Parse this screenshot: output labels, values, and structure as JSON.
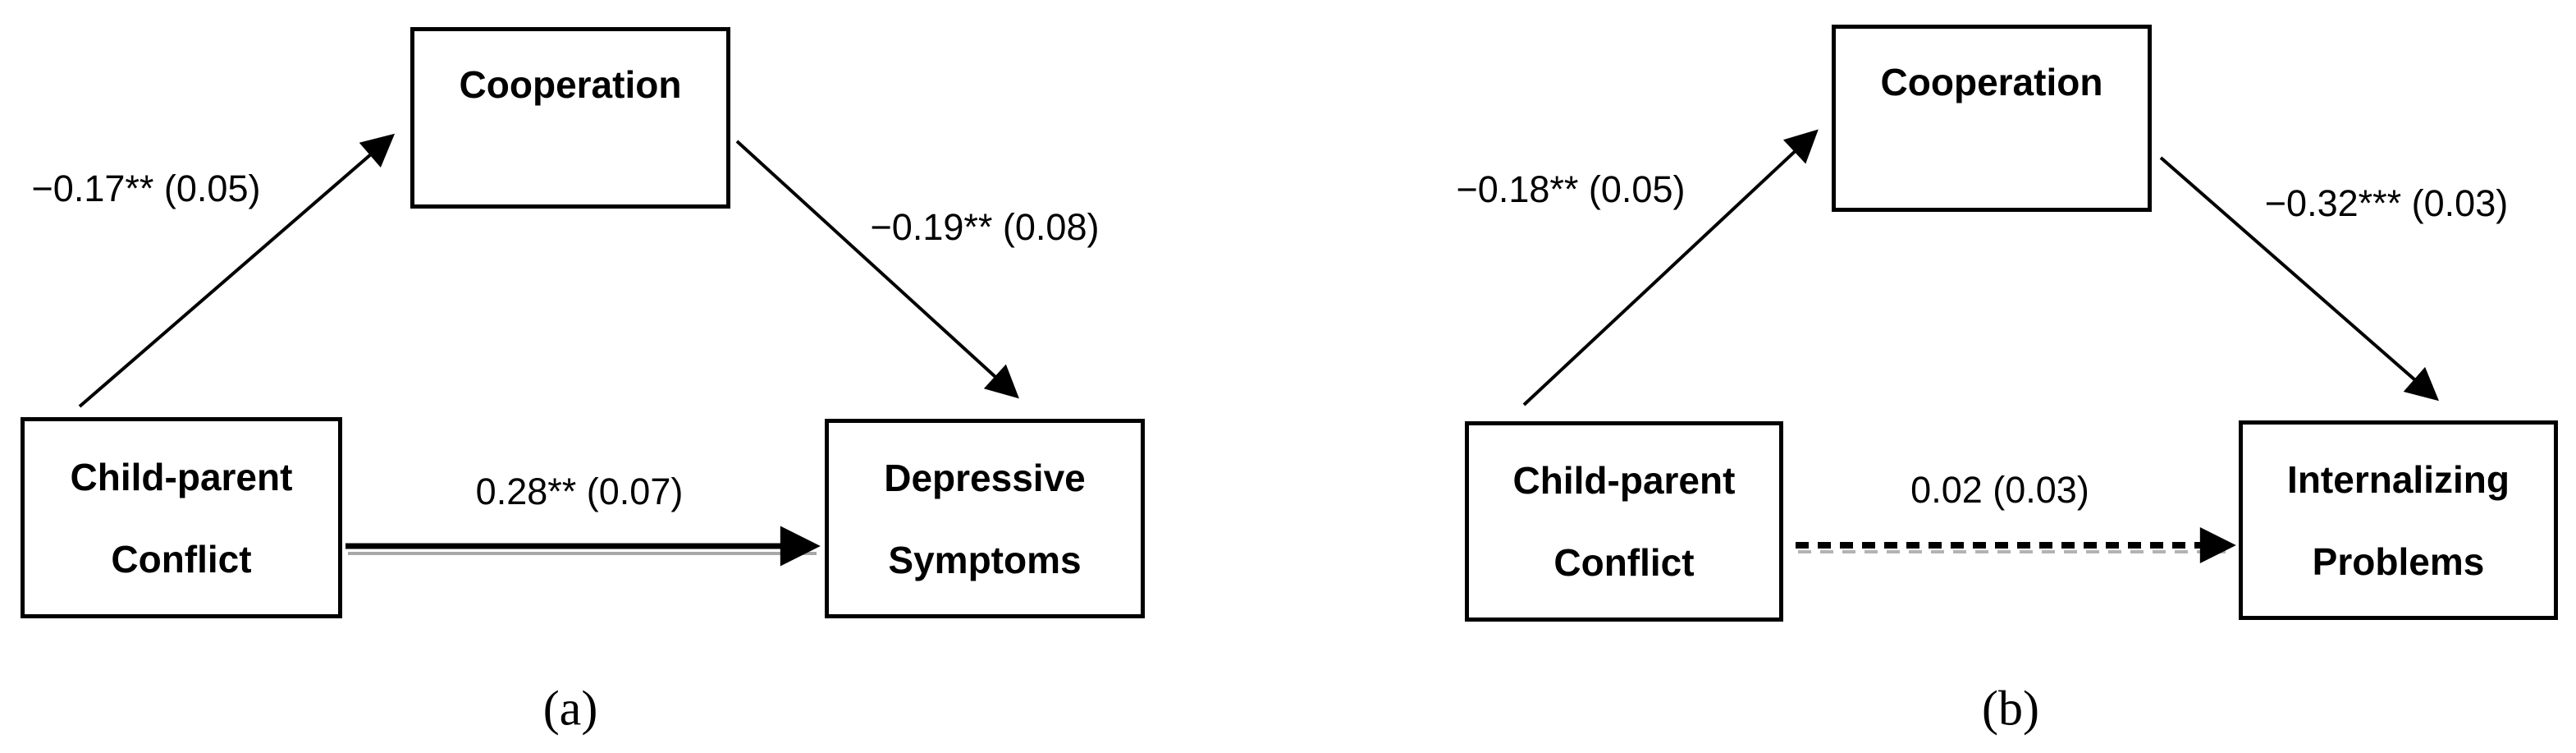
{
  "figure": {
    "type": "mediation-path-diagram",
    "background_color": "#ffffff",
    "line_color": "#000000",
    "shadow_color": "#a8a8a8"
  },
  "panel_a": {
    "caption": "(a)",
    "mediator": "Cooperation",
    "predictor_line1": "Child-parent",
    "predictor_line2": "Conflict",
    "outcome_line1": "Depressive",
    "outcome_line2": "Symptoms",
    "path_xm_label": "−0.17** (0.05)",
    "path_my_label": "−0.19** (0.08)",
    "path_xy_label": "0.28** (0.07)",
    "path_xy_style": "solid"
  },
  "panel_b": {
    "caption": "(b)",
    "mediator": "Cooperation",
    "predictor_line1": "Child-parent",
    "predictor_line2": "Conflict",
    "outcome_line1": "Internalizing",
    "outcome_line2": "Problems",
    "path_xm_label": "−0.18** (0.05)",
    "path_my_label": "−0.32*** (0.03)",
    "path_xy_label": "0.02 (0.03)",
    "path_xy_style": "dashed"
  }
}
